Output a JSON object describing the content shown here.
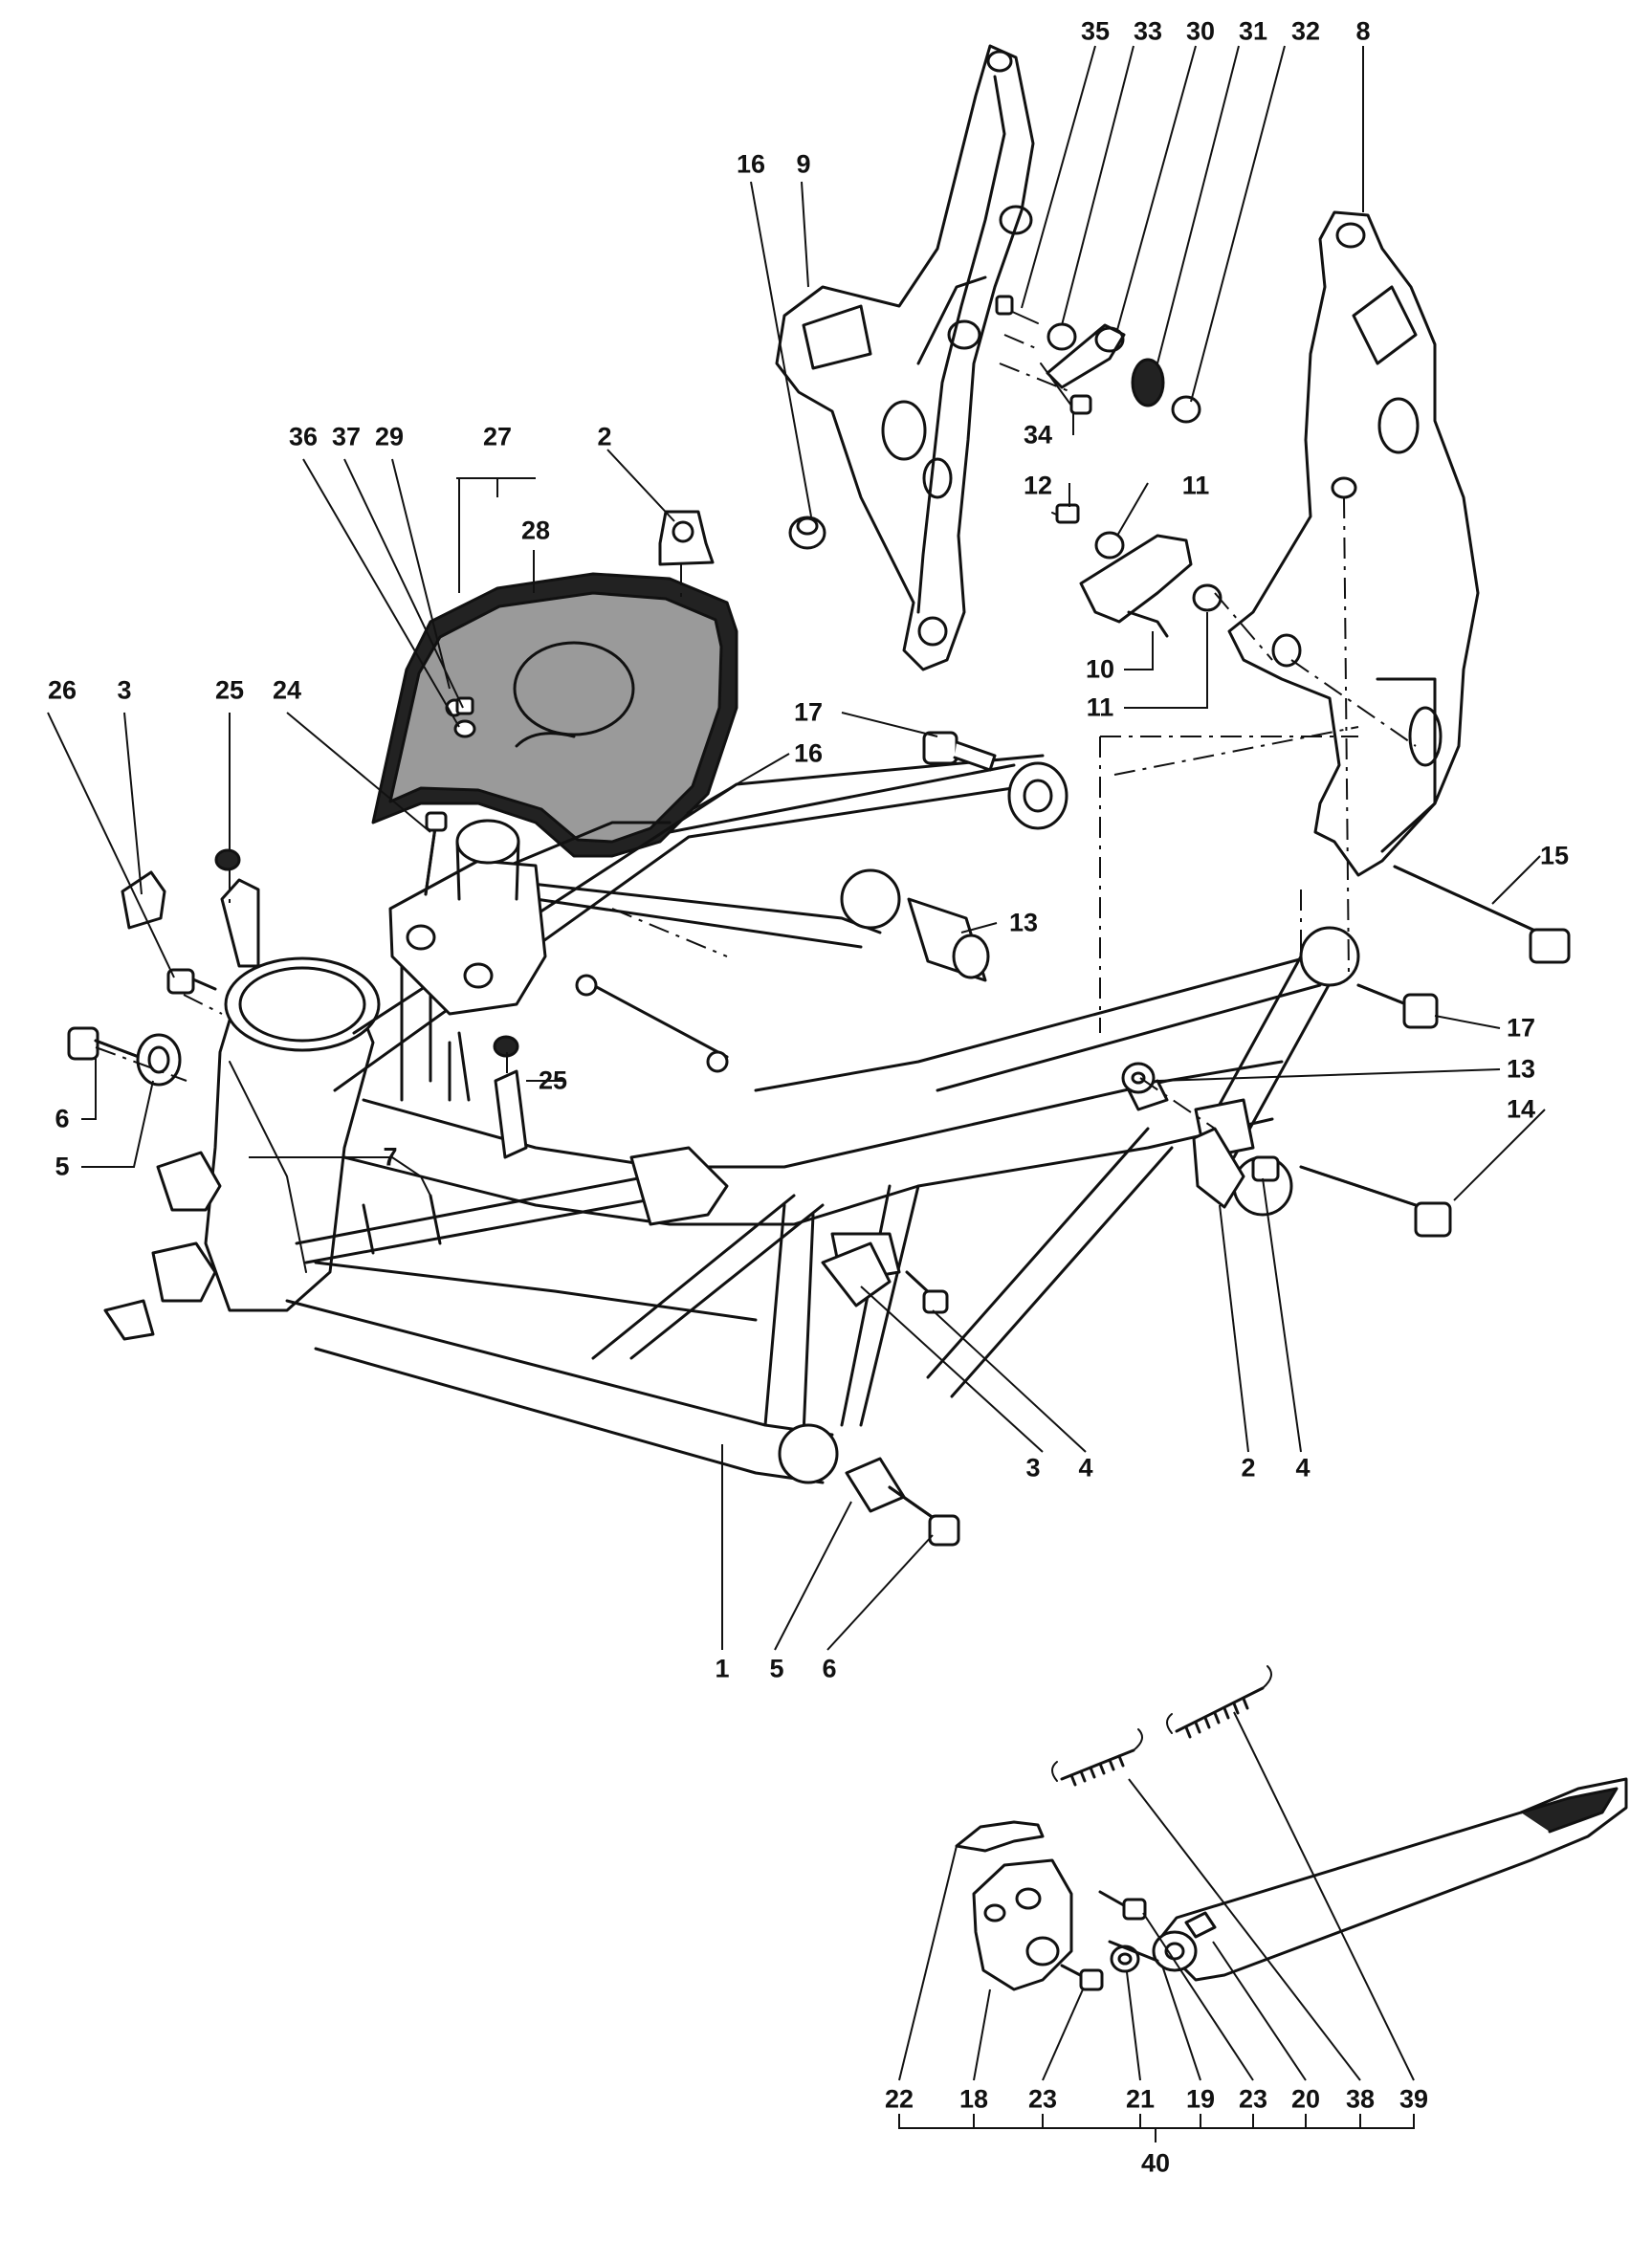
{
  "callouts": {
    "c35": "35",
    "c33": "33",
    "c30": "30",
    "c31": "31",
    "c32": "32",
    "c8": "8",
    "c16a": "16",
    "c9": "9",
    "c34": "34",
    "c12": "12",
    "c11a": "11",
    "c10": "10",
    "c11b": "11",
    "c36": "36",
    "c37": "37",
    "c29": "29",
    "c27": "27",
    "c28": "28",
    "c2a": "2",
    "c26": "26",
    "c3a": "3",
    "c25a": "25",
    "c24": "24",
    "c17a": "17",
    "c16b": "16",
    "c13a": "13",
    "c15": "15",
    "c17b": "17",
    "c13b": "13",
    "c14": "14",
    "c6a": "6",
    "c5a": "5",
    "c7": "7",
    "c25b": "25",
    "c3b": "3",
    "c4a": "4",
    "c2b": "2",
    "c4b": "4",
    "c1": "1",
    "c5b": "5",
    "c6b": "6",
    "c22": "22",
    "c18": "18",
    "c23a": "23",
    "c21": "21",
    "c19": "19",
    "c23b": "23",
    "c20": "20",
    "c38": "38",
    "c39": "39",
    "c40": "40"
  },
  "colors": {
    "ink": "#111111",
    "paper": "#ffffff",
    "shade": "#9a9a9a"
  }
}
